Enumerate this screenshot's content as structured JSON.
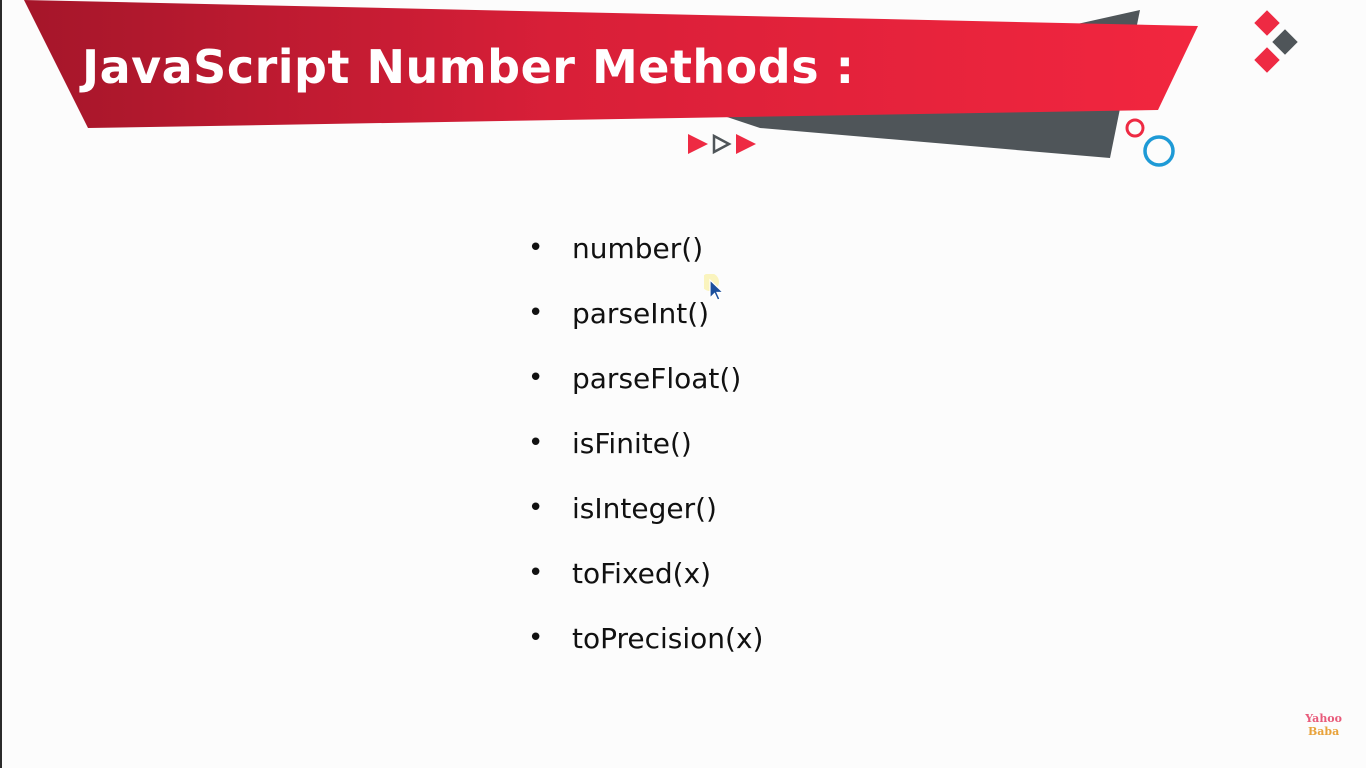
{
  "slide": {
    "title": "JavaScript Number Methods :",
    "bullet_symbol": "•",
    "items": [
      {
        "text": "number()"
      },
      {
        "text": "parseInt()"
      },
      {
        "text": "parseFloat()"
      },
      {
        "text": "isFinite()"
      },
      {
        "text": "isInteger()"
      },
      {
        "text": "toFixed(x)"
      },
      {
        "text": "toPrecision(x)"
      }
    ]
  },
  "watermark": {
    "line1": "Yahoo",
    "line2": "Baba"
  },
  "colors": {
    "banner_red": "#e8213d",
    "banner_dark_red": "#a5162a",
    "banner_gray": "#4f5559",
    "accent_blue": "#1e9ad6",
    "text": "#111111",
    "background": "#fcfcfc"
  },
  "icons": {
    "arrows": "play-triangles-decor",
    "diamonds": "diamond-cluster-logo",
    "circles": "ring-decor",
    "cursor": "mouse-pointer"
  }
}
